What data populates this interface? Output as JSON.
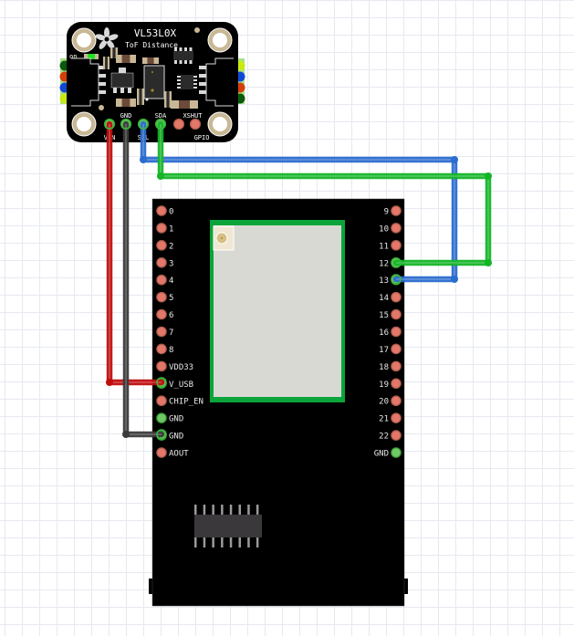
{
  "sensor": {
    "title": "VL53L0X",
    "subtitle": "ToF Distance",
    "on_label": "on",
    "pins_top": [
      "GND",
      "SDA",
      "XSHUT"
    ],
    "pins_bottom": [
      "VIN",
      "SCL",
      "GPIO"
    ],
    "connector_left_colors": [
      "#0b5a0b",
      "#d53d0b",
      "#1048d6",
      "#c8ea12"
    ],
    "connector_right_colors": [
      "#c8ea12",
      "#1048d6",
      "#d53d0b",
      "#0b5a0b"
    ]
  },
  "mcu": {
    "left_pins": [
      "0",
      "1",
      "2",
      "3",
      "4",
      "5",
      "6",
      "7",
      "8",
      "VDD33",
      "V_USB",
      "CHIP_EN",
      "GND",
      "GND",
      "AOUT"
    ],
    "right_pins": [
      "9",
      "10",
      "11",
      "12",
      "13",
      "14",
      "15",
      "16",
      "17",
      "18",
      "19",
      "20",
      "21",
      "22",
      "GND"
    ],
    "left_connected": [
      "V_USB",
      "GND",
      "GND"
    ],
    "right_connected": [
      "12",
      "13",
      "GND"
    ]
  },
  "wires": [
    {
      "name": "vin-to-vusb",
      "from": "VIN",
      "to": "V_USB",
      "color": "#c00d0d"
    },
    {
      "name": "gnd-to-gnd",
      "from": "GND",
      "to": "GND",
      "color": "#3a3a3a"
    },
    {
      "name": "scl-to-13",
      "from": "SCL",
      "to": "13",
      "color": "#2a6ccf"
    },
    {
      "name": "sda-to-12",
      "from": "SDA",
      "to": "12",
      "color": "#13b526"
    }
  ],
  "colors": {
    "pin_idle": "#e2776a",
    "pin_connected": "#6dc865",
    "module_green": "#0aa53a",
    "module_shield": "#d9d9d4"
  }
}
